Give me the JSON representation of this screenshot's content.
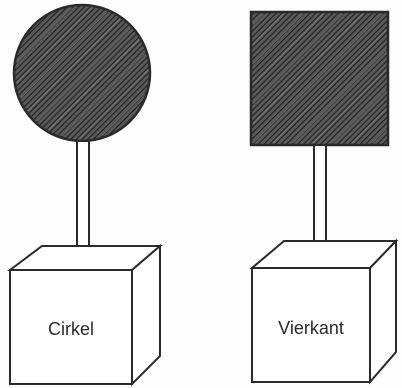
{
  "figures": [
    {
      "shape": "circle",
      "label": "Cirkel"
    },
    {
      "shape": "square",
      "label": "Vierkant"
    }
  ],
  "colors": {
    "ink": "#2a2a2a",
    "hatch": "#3a3a3a",
    "paper": "#fdfdfd"
  }
}
